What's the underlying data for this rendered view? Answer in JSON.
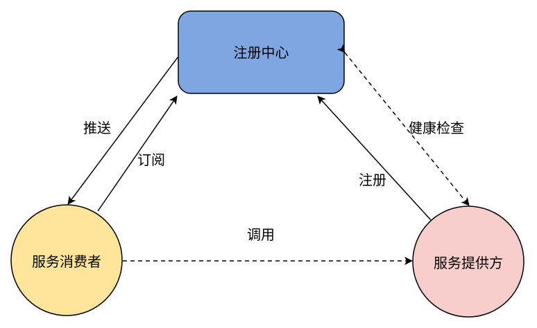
{
  "nodes": {
    "registry": {
      "label": "注册中心",
      "fill": "#7ea6e0",
      "stroke": "#000000"
    },
    "consumer": {
      "label": "服务消费者",
      "fill": "#ffe599",
      "stroke": "#000000"
    },
    "provider": {
      "label": "服务提供方",
      "fill": "#f8cecc",
      "stroke": "#000000"
    }
  },
  "edges": {
    "push": {
      "label": "推送",
      "style": "solid"
    },
    "subscribe": {
      "label": "订阅",
      "style": "solid"
    },
    "register": {
      "label": "注册",
      "style": "solid"
    },
    "health_check": {
      "label": "健康检查",
      "style": "dashed"
    },
    "invoke": {
      "label": "调用",
      "style": "dashed"
    }
  }
}
